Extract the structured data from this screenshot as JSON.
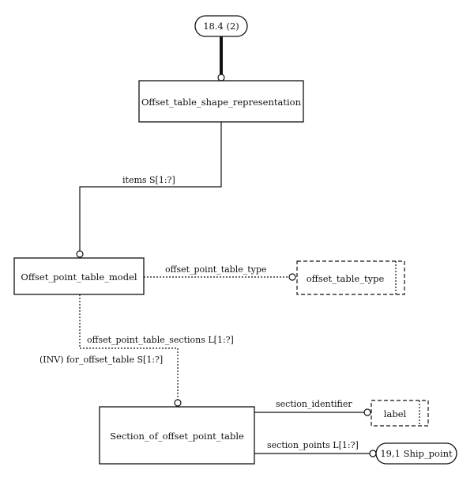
{
  "entities": {
    "page_ref_top": "18.4 (2)",
    "offset_table_shape_representation": "Offset_table_shape_representation",
    "offset_point_table_model": "Offset_point_table_model",
    "offset_table_type": "offset_table_type",
    "section_of_offset_point_table": "Section_of_offset_point_table",
    "label": "label",
    "ship_point_ref": "19,1 Ship_point"
  },
  "relations": {
    "items": "items  S[1:?]",
    "offset_point_table_type": "offset_point_table_type",
    "offset_point_table_sections": "offset_point_table_sections  L[1:?]",
    "for_offset_table": "(INV) for_offset_table S[1:?]",
    "section_identifier": "section_identifier",
    "section_points": "section_points  L[1:?]"
  }
}
